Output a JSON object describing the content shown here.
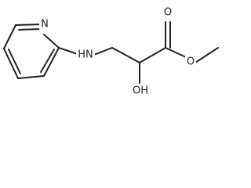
{
  "molecule": {
    "atoms": {
      "ring_nitrogen": "N",
      "amine": "HN",
      "carbonyl_oxygen": "O",
      "ester_oxygen": "O",
      "hydroxyl": "OH"
    },
    "colors": {
      "ink": "#222222",
      "background": "#ffffff"
    }
  }
}
